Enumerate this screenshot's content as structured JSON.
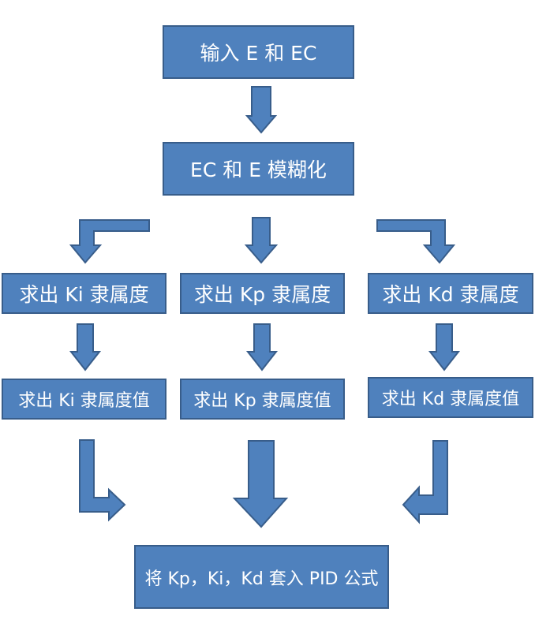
{
  "diagram": {
    "colors": {
      "box_fill": "#4f81bd",
      "box_border": "#385d8a",
      "text": "#ffffff"
    },
    "nodes": {
      "input": "输入 E 和 EC",
      "fuzzify": "EC 和 E 模糊化",
      "ki_membership": "求出 Ki 隶属度",
      "kp_membership": "求出 Kp 隶属度",
      "kd_membership": "求出 Kd 隶属度",
      "ki_value": "求出 Ki 隶属度值",
      "kp_value": "求出 Kp 隶属度值",
      "kd_value": "求出 Kd 隶属度值",
      "output": "将 Kp，Ki，Kd 套入 PID 公式"
    }
  }
}
